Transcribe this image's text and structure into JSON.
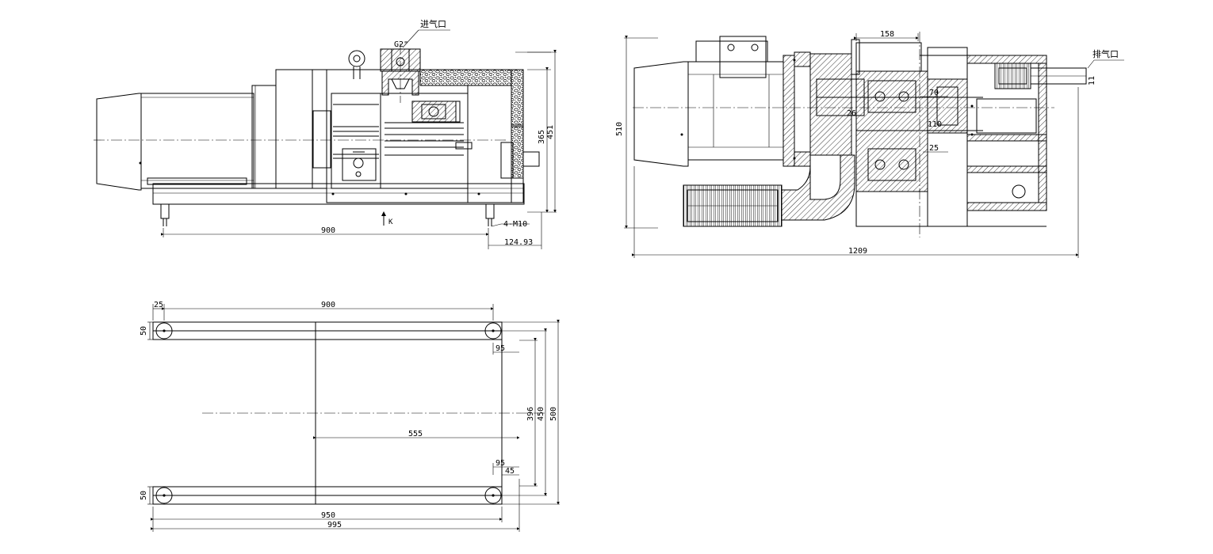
{
  "side_view": {
    "inlet_label": "进气口",
    "inlet_thread": "G2\"",
    "dim_length": "900",
    "dim_holes": "4-M10",
    "dim_offset": "124.93",
    "dim_height_inner": "365",
    "dim_height_outer": "451",
    "view_marker": "K"
  },
  "section_view": {
    "outlet_label": "排气口",
    "dim_top": "158",
    "dim_shaft_70": "70",
    "dim_bore_26": "26",
    "dim_bore_110": "110",
    "dim_gap_25": "25",
    "dim_height": "510",
    "dim_length": "1209",
    "dim_outlet": "11"
  },
  "base_view": {
    "dim_edge": "25",
    "dim_span_top": "900",
    "dim_pad_top": "50",
    "dim_pad_bottom": "50",
    "dim_95_top": "95",
    "dim_95_bottom": "95",
    "dim_45": "45",
    "dim_555": "555",
    "dim_396": "396",
    "dim_450": "450",
    "dim_500": "500",
    "dim_950": "950",
    "dim_995": "995"
  }
}
